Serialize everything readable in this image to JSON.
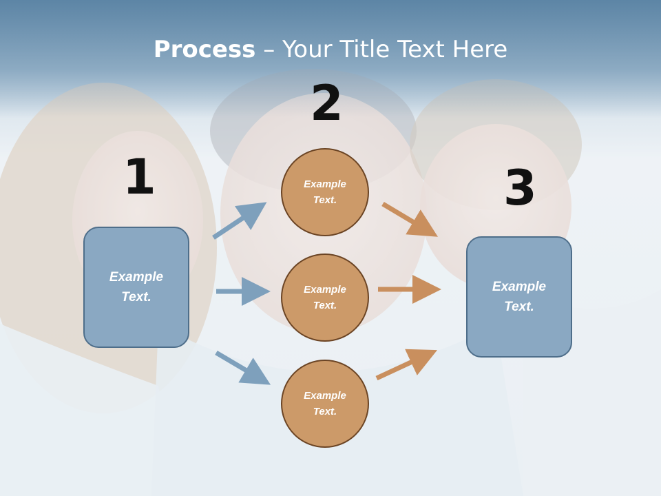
{
  "slide": {
    "title_bold": "Process",
    "title_rest": " – Your Title Text Here",
    "step_numbers": [
      "1",
      "2",
      "3"
    ],
    "left_box": "Example\nText.",
    "right_box": "Example\nText.",
    "circles": [
      "Example\nText.",
      "Example\nText.",
      "Example\nText."
    ]
  },
  "colors": {
    "blue_box": "#8aa8c2",
    "orange_circle": "#cc9a69",
    "blue_arrow": "#7ea0bc",
    "orange_arrow": "#c98f5e"
  }
}
